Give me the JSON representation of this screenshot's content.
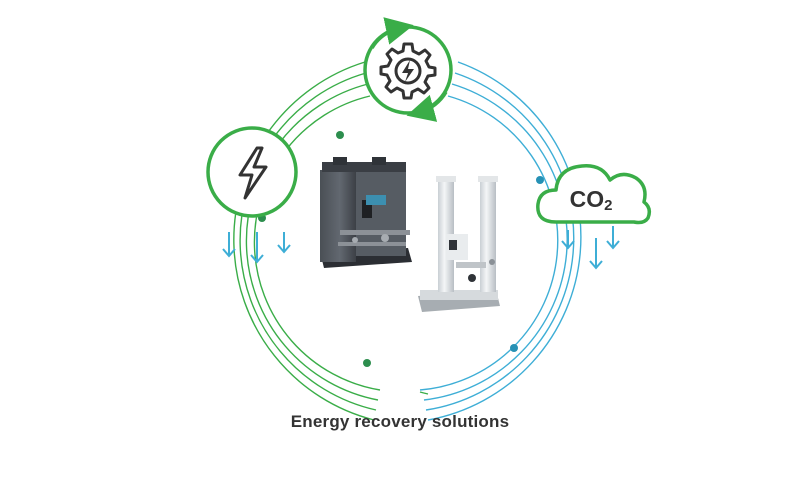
{
  "caption": "Energy recovery solutions",
  "co2_label": {
    "main": "CO",
    "sub": "2"
  },
  "icons": {
    "gear": "gear-with-lightning-bolt-icon",
    "power": "lightning-bolt-icon",
    "co2": "co2-cloud-icon",
    "arrows": "down-arrow-icon"
  },
  "colors": {
    "green": "#3aad48",
    "blue": "#3eaed6",
    "icon_dark": "#333333",
    "caption": "#333333",
    "green_dot": "#2d8e4e",
    "blue_dot": "#2691b5"
  }
}
